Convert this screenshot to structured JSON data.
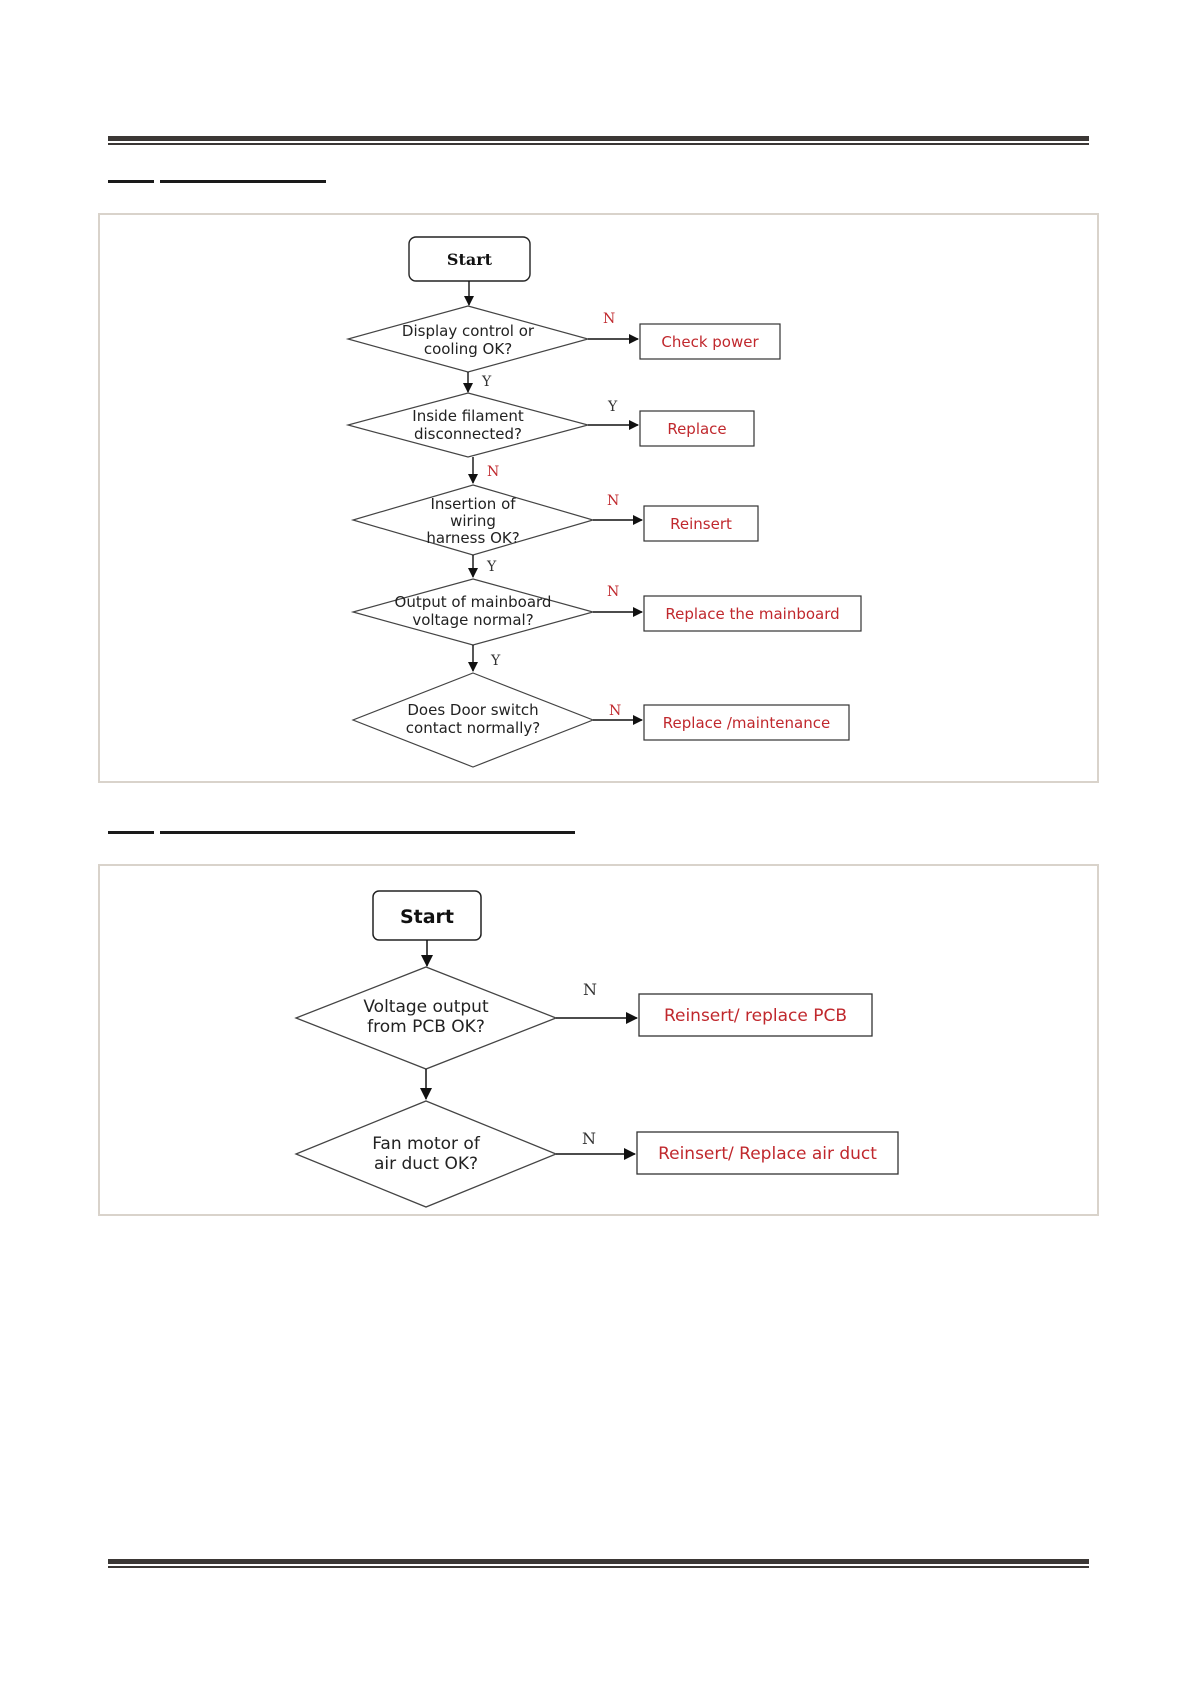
{
  "colors": {
    "rule": "#3b3735",
    "panel_border": "#d9d3cb",
    "action_text": "#c0282d",
    "label_n": "#c0282d",
    "label_y": "#333333"
  },
  "flowchart_1": {
    "start": "Start",
    "decisions": [
      {
        "line1": "Display control or",
        "line2": "cooling OK?",
        "line3": ""
      },
      {
        "line1": "Inside filament",
        "line2": "disconnected?",
        "line3": ""
      },
      {
        "line1": "Insertion of",
        "line2": "wiring",
        "line3": "harness OK?"
      },
      {
        "line1": "Output of mainboard",
        "line2": "voltage normal?",
        "line3": ""
      },
      {
        "line1": "Does Door switch",
        "line2": "contact normally?",
        "line3": ""
      }
    ],
    "branch_labels": [
      "N",
      "Y",
      "N",
      "N",
      "N"
    ],
    "flow_labels": [
      "Y",
      "N",
      "Y",
      "Y"
    ],
    "actions": [
      "Check power",
      "Replace",
      "Reinsert",
      "Replace the mainboard",
      "Replace /maintenance"
    ]
  },
  "flowchart_2": {
    "start": "Start",
    "decisions": [
      {
        "line1": "Voltage output",
        "line2": "from PCB OK?"
      },
      {
        "line1": "Fan motor of",
        "line2": "air duct OK?"
      }
    ],
    "branch_labels": [
      "N",
      "N"
    ],
    "actions": [
      "Reinsert/ replace PCB",
      "Reinsert/ Replace air duct"
    ]
  }
}
